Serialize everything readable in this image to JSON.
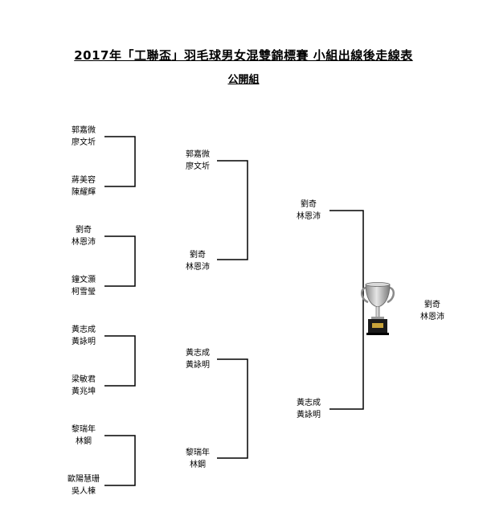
{
  "title": "2017年「工聯盃」羽毛球男女混雙錦標賽  小組出線後走線表",
  "subtitle": "公開組",
  "round1": [
    {
      "p1": "郭嘉微",
      "p2": "廖文圻"
    },
    {
      "p1": "蔣美容",
      "p2": "陳耀輝"
    },
    {
      "p1": "劉奇",
      "p2": "林恩沛"
    },
    {
      "p1": "鐘文灝",
      "p2": "柯雪瑩"
    },
    {
      "p1": "黃志成",
      "p2": "黃詠明"
    },
    {
      "p1": "梁敏君",
      "p2": "黃兆坤"
    },
    {
      "p1": "黎瑞年",
      "p2": "林鋼"
    },
    {
      "p1": "歐陽慧珊",
      "p2": "吳人棟"
    }
  ],
  "round2": [
    {
      "p1": "郭嘉微",
      "p2": "廖文圻"
    },
    {
      "p1": "劉奇",
      "p2": "林恩沛"
    },
    {
      "p1": "黃志成",
      "p2": "黃詠明"
    },
    {
      "p1": "黎瑞年",
      "p2": "林鋼"
    }
  ],
  "semifinal": [
    {
      "p1": "劉奇",
      "p2": "林恩沛"
    },
    {
      "p1": "黃志成",
      "p2": "黃詠明"
    }
  ],
  "champion": {
    "p1": "劉奇",
    "p2": "林恩沛"
  },
  "trophy_icon": "trophy-icon"
}
